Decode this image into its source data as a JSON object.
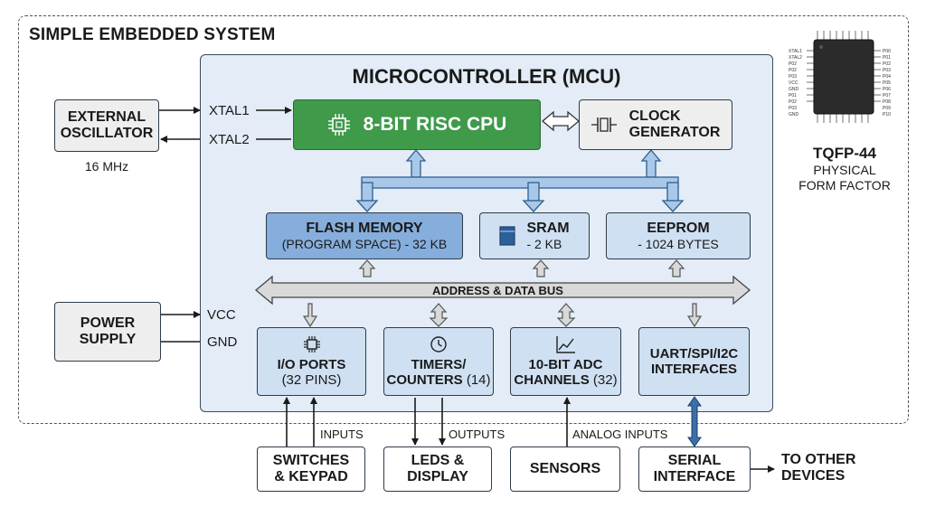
{
  "system_title": "SIMPLE EMBEDDED SYSTEM",
  "mcu_title": "MICROCONTROLLER (MCU)",
  "external": {
    "oscillator": {
      "line1": "EXTERNAL",
      "line2": "OSCILLATOR",
      "freq": "16 MHz"
    },
    "xtal1": "XTAL1",
    "xtal2": "XTAL2",
    "power": {
      "line1": "POWER",
      "line2": "SUPPLY"
    },
    "vcc": "VCC",
    "gnd": "GND"
  },
  "cpu": {
    "label": "8-BIT RISC CPU"
  },
  "clock": {
    "line1": "CLOCK",
    "line2": "GENERATOR"
  },
  "flash": {
    "line1": "FLASH MEMORY",
    "line2": "(PROGRAM SPACE) - 32 KB"
  },
  "sram": {
    "line1": "SRAM",
    "line2": "- 2 KB"
  },
  "eeprom": {
    "line1": "EEPROM",
    "line2": "- 1024 BYTES"
  },
  "bus_label": "ADDRESS & DATA BUS",
  "peripherals": {
    "io": {
      "line1": "I/O PORTS",
      "line2": "(32 PINS)"
    },
    "timers": {
      "line1": "TIMERS/",
      "line2a": "COUNTERS ",
      "line2b": "(14)"
    },
    "adc": {
      "line1": "10-BIT ADC",
      "line2a": "CHANNELS ",
      "line2b": "(32)"
    },
    "uart": {
      "line1": "UART/SPI/I2C",
      "line2": "INTERFACES"
    }
  },
  "devices": {
    "switches": {
      "line1": "SWITCHES",
      "line2": "& KEYPAD"
    },
    "leds": {
      "line1": "LEDS &",
      "line2": "DISPLAY"
    },
    "sensors": {
      "line1": "SENSORS"
    },
    "serial": {
      "line1": "SERIAL",
      "line2": "INTERFACE"
    },
    "other": {
      "line1": "TO OTHER",
      "line2": "DEVICES"
    }
  },
  "signal_labels": {
    "inputs": "INPUTS",
    "outputs": "OUTPUTS",
    "analog_inputs": "ANALOG INPUTS"
  },
  "package": {
    "name": "TQFP-44",
    "line1": "PHYSICAL",
    "line2": "FORM FACTOR",
    "left_pins": [
      "XTAL1",
      "XTAL2",
      "P02",
      "P02",
      "P03",
      "VCC",
      "GND",
      "P01",
      "P02",
      "P03",
      "GND"
    ],
    "right_pins": [
      "P00",
      "P01",
      "P02",
      "P03",
      "P04",
      "P05",
      "P06",
      "P07",
      "P08",
      "P09",
      "P10"
    ]
  },
  "colors": {
    "mcu_bg": "#e3ecf7",
    "cpu": "#3f9a4a",
    "flash": "#86aedc",
    "light_blue": "#cfe0f3",
    "bus": "#d9d9d9"
  }
}
